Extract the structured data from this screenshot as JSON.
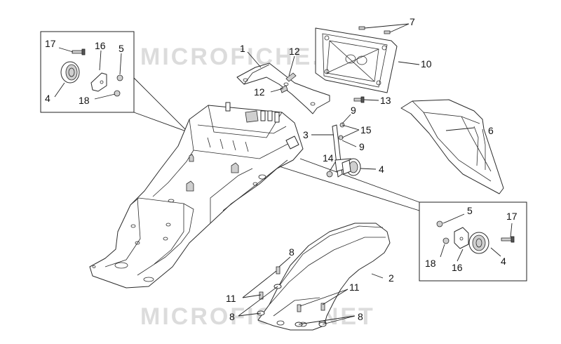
{
  "watermark": {
    "top": "MICROFICHE.NET",
    "bottom": "MICROFICHE.NET"
  },
  "callouts": {
    "c1": "1",
    "c2": "2",
    "c3": "3",
    "c4a": "4",
    "c4b": "4",
    "c4c": "4",
    "c5a": "5",
    "c5b": "5",
    "c6": "6",
    "c7": "7",
    "c8a": "8",
    "c8b": "8",
    "c8c": "8",
    "c9a": "9",
    "c9b": "9",
    "c10": "10",
    "c11a": "11",
    "c11b": "11",
    "c12a": "12",
    "c12b": "12",
    "c13": "13",
    "c14": "14",
    "c15": "15",
    "c16a": "16",
    "c16b": "16",
    "c17a": "17",
    "c17b": "17",
    "c18a": "18",
    "c18b": "18"
  }
}
